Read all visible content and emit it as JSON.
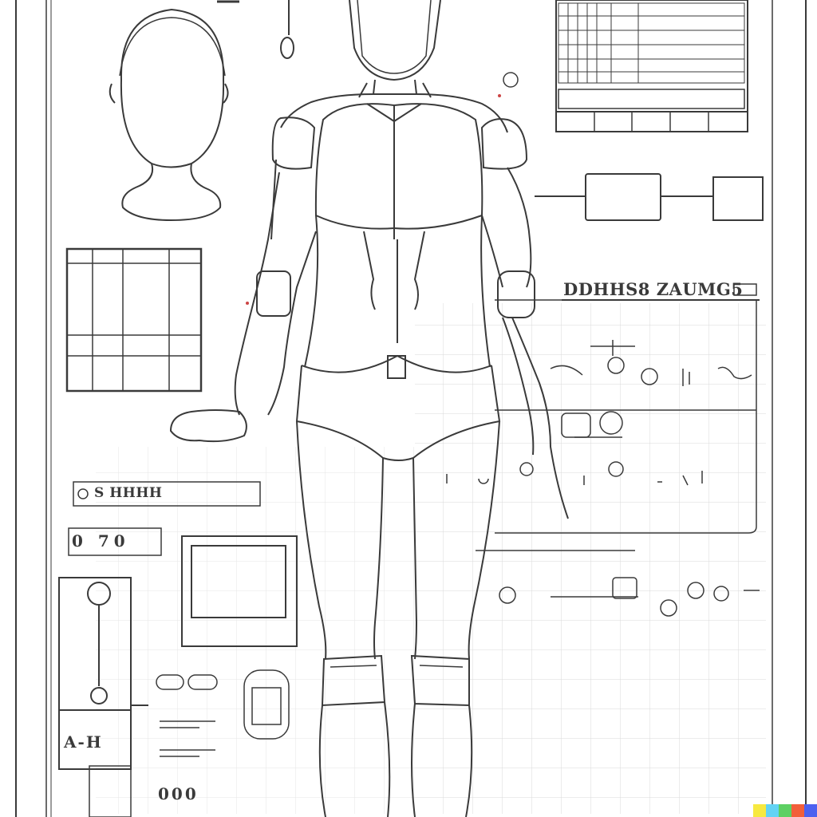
{
  "labels": {
    "right_panel_title": "DDHHS8 ZAUMG5",
    "left_panel_title": "S HHHH",
    "small_panel": "0 70",
    "code_block": "A-H",
    "digits": "000"
  },
  "colors": {
    "ink": "#3a3a3a",
    "grid": "#d6d6d6",
    "paper": "#ffffff",
    "swatches": [
      "#f7e940",
      "#63d3f4",
      "#5dd063",
      "#f25f3a",
      "#4c61f0"
    ]
  },
  "icons": [
    "head-sketch",
    "robot-suit-figure",
    "table-grid",
    "monitor-frame",
    "slider-gauge"
  ]
}
